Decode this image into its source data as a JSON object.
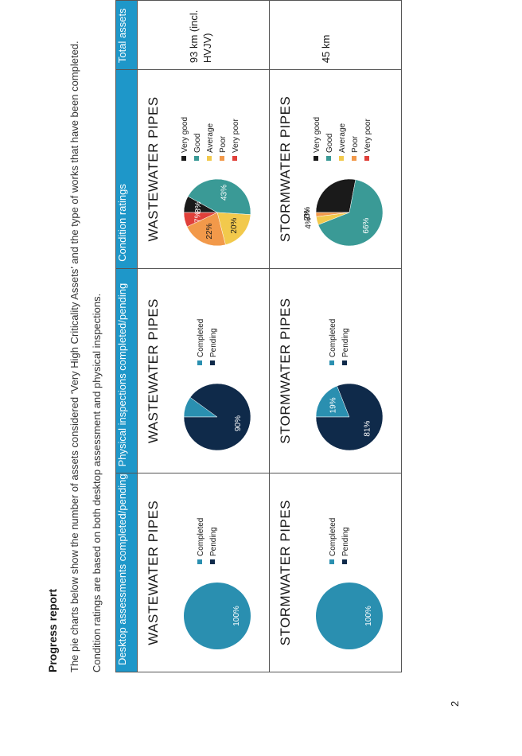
{
  "page": {
    "title": "Progress report",
    "para1": "The pie charts below show the number of assets considered ‘Very High Criticality Assets’ and the type of works that have been completed.",
    "para2": "Condition ratings are based on both desktop assessment and physical inspections.",
    "page_number": "2"
  },
  "table": {
    "headers": [
      "Desktop assessments completed/pending",
      "Physical inspections completed/pending",
      "Condition ratings",
      "Total assets"
    ],
    "rows": [
      {
        "label": "WASTEWATER PIPES",
        "total": "93 km (incl. HVJV)"
      },
      {
        "label": "STORMWATER PIPES",
        "total": "45 km"
      }
    ]
  },
  "legend": {
    "completed": "Completed",
    "pending": "Pending",
    "very_good": "Very good",
    "good": "Good",
    "average": "Average",
    "poor": "Poor",
    "very_poor": "Very poor"
  },
  "colors": {
    "header_bg": "#1e97c9",
    "completed": "#2a8fb0",
    "pending": "#0f2a4a",
    "very_good": "#1a1a1a",
    "good": "#3a9a96",
    "average": "#f2c94c",
    "poor": "#f2994a",
    "very_poor": "#e0403a"
  },
  "chart_data": [
    {
      "type": "pie",
      "title": "WASTEWATER PIPES",
      "categories": [
        "Completed",
        "Pending"
      ],
      "values": [
        100,
        0
      ],
      "labels": [
        "100%",
        ""
      ]
    },
    {
      "type": "pie",
      "title": "WASTEWATER PIPES",
      "categories": [
        "Completed",
        "Pending"
      ],
      "values": [
        10,
        90
      ],
      "labels": [
        "",
        "90%"
      ]
    },
    {
      "type": "pie",
      "title": "WASTEWATER PIPES",
      "categories": [
        "Very good",
        "Good",
        "Average",
        "Poor",
        "Very poor"
      ],
      "values": [
        8,
        43,
        20,
        22,
        7
      ],
      "labels": [
        "8%",
        "43%",
        "20%",
        "22%",
        "7%"
      ]
    },
    {
      "type": "pie",
      "title": "STORMWATER PIPES",
      "categories": [
        "Completed",
        "Pending"
      ],
      "values": [
        100,
        0
      ],
      "labels": [
        "100%",
        ""
      ]
    },
    {
      "type": "pie",
      "title": "STORMWATER PIPES",
      "categories": [
        "Completed",
        "Pending"
      ],
      "values": [
        19,
        81
      ],
      "labels": [
        "19%",
        "81%"
      ]
    },
    {
      "type": "pie",
      "title": "STORMWATER PIPES",
      "categories": [
        "Very good",
        "Good",
        "Average",
        "Poor",
        "Very poor"
      ],
      "values": [
        28,
        66,
        4,
        2,
        0
      ],
      "labels": [
        "",
        "66%",
        "4%",
        "2%",
        "0%"
      ]
    }
  ]
}
